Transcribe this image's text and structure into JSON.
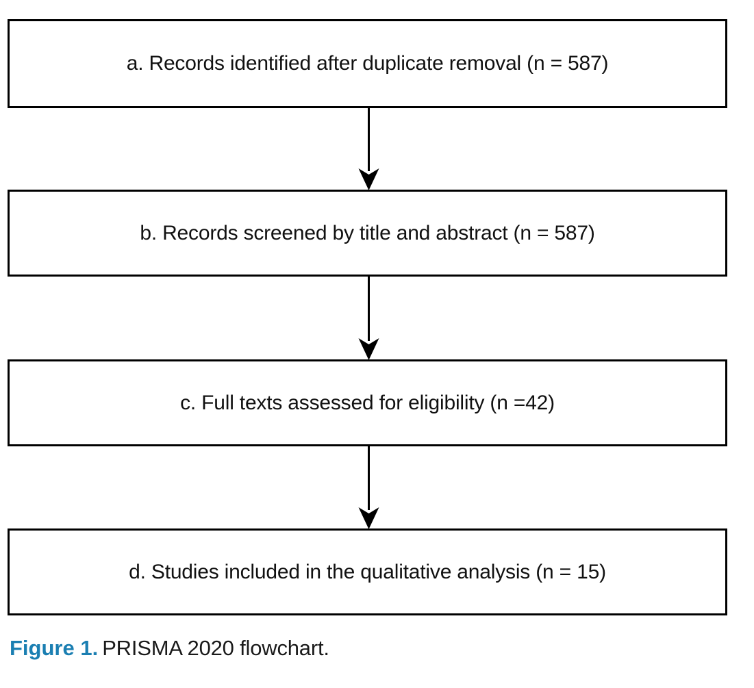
{
  "figure": {
    "caption_number": "Figure 1.",
    "caption_text": "PRISMA 2020 flowchart.",
    "caption_accent_color": "#1b7fb2"
  },
  "chart_data": {
    "type": "diagram",
    "diagram_kind": "prisma-2020-flowchart",
    "title": "PRISMA 2020 flowchart",
    "orientation": "vertical",
    "node_shape": "rectangle",
    "node_border_color": "#000000",
    "node_fill_color": "#ffffff",
    "connector_style": "straight-line-with-solid-triangle-arrowhead",
    "nodes": [
      {
        "id": "a",
        "label": "a. Records identified after duplicate removal (n = 587)",
        "stage": "identification",
        "n": 587
      },
      {
        "id": "b",
        "label": "b. Records screened by title and abstract (n = 587)",
        "stage": "screening",
        "n": 587
      },
      {
        "id": "c",
        "label": "c. Full texts assessed for eligibility (n =42)",
        "stage": "eligibility",
        "n": 42
      },
      {
        "id": "d",
        "label": "d. Studies included in the qualitative analysis (n = 15)",
        "stage": "included",
        "n": 15
      }
    ],
    "edges": [
      {
        "from": "a",
        "to": "b",
        "label": ""
      },
      {
        "from": "b",
        "to": "c",
        "label": ""
      },
      {
        "from": "c",
        "to": "d",
        "label": ""
      }
    ]
  }
}
